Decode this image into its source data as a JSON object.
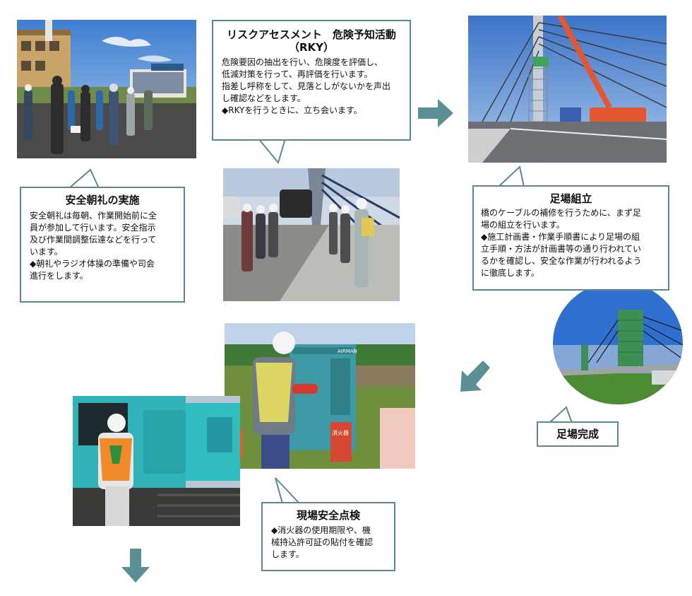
{
  "colors": {
    "callout_border": "#5a8a91",
    "arrow": "#5a8f95"
  },
  "rky": {
    "title_line1": "リスクアセスメント　危険予知活動",
    "title_line2": "（RKY）",
    "body_lines": [
      "危険要因の抽出を行い、危険度を評価し、",
      "低減対策を行って、再評価を行います。",
      "指差し呼称をして、見落としがないかを声出",
      "し確認などをします。",
      "◆RKYを行うときに、立ち会います。"
    ]
  },
  "morning": {
    "title": "安全朝礼の実施",
    "body_lines": [
      "安全朝礼は毎朝、作業開始前に全",
      "員が参加して行います。安全指示",
      "及び作業間調整伝達などを行って",
      "います。",
      "◆朝礼やラジオ体操の準備や司会",
      "進行をします。"
    ]
  },
  "scaffold": {
    "title": "足場組立",
    "body_lines": [
      "橋のケーブルの補修を行うために、まず足",
      "場の組立を行います。",
      "◆施工計画書・作業手順書により足場の組",
      "立手順・方法が計画書等の通り行われてい",
      "るかを確認し、安全な作業が行われるよう",
      "に徹底します。"
    ]
  },
  "scaffold_done": {
    "title": "足場完成"
  },
  "inspection": {
    "title": "現場安全点検",
    "body_lines": [
      "◆消火器の使用期限や、機",
      "械持込許可証の貼付を確認",
      "します。"
    ]
  },
  "photo_text": {
    "generator_brand": "AIRMAN",
    "fire_sign": "消火器"
  }
}
